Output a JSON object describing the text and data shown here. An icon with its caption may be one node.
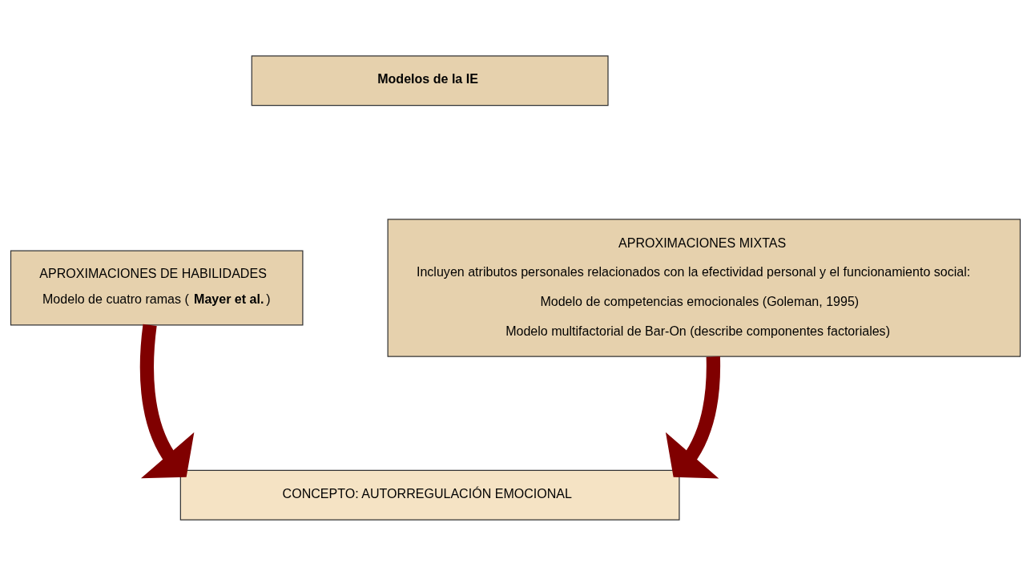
{
  "diagram": {
    "nodes": [
      {
        "text": [
          "Modelos de la IE"
        ]
      },
      {
        "text": [
          "APROXIMACIONES DE HABILIDADES",
          "Modelo de cuatro ramas (**Mayer et al.**)"
        ]
      },
      {
        "text": [
          "APROXIMACIONES MIXTAS",
          "Incluyen atributos personales relacionados con la efectividad personal y el funcionamiento social:",
          "Modelo de competencias emocionales (Goleman, 1995)",
          "Modelo multifactorial de Bar-On (describe componentes factoriales)"
        ]
      },
      {
        "text": [
          "CONCEPTO: AUTORREGULACIÓN EMOCIONAL"
        ]
      }
    ],
    "edges": [
      {
        "from": 1,
        "to": 3,
        "arrow": "to"
      },
      {
        "from": 2,
        "to": 3,
        "arrow": "to"
      }
    ]
  }
}
